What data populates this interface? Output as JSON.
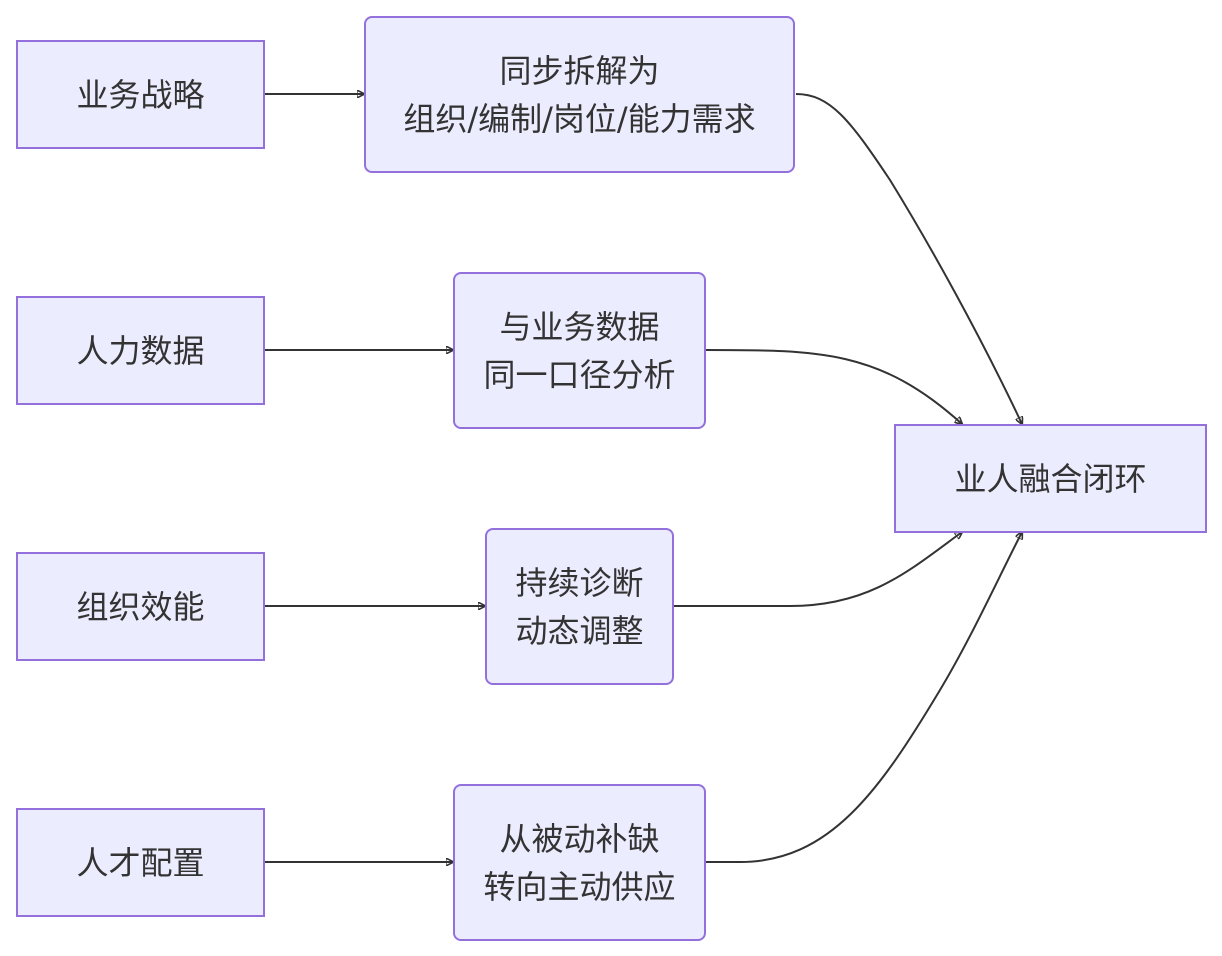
{
  "nodes": {
    "strategy": {
      "lines": [
        "业务战略"
      ]
    },
    "hr_data": {
      "lines": [
        "人力数据"
      ]
    },
    "org_efficiency": {
      "lines": [
        "组织效能"
      ]
    },
    "talent_allocation": {
      "lines": [
        "人才配置"
      ]
    },
    "decompose": {
      "lines": [
        "同步拆解为",
        "组织/编制/岗位/能力需求"
      ]
    },
    "same_basis": {
      "lines": [
        "与业务数据",
        "同一口径分析"
      ]
    },
    "diagnose": {
      "lines": [
        "持续诊断",
        "动态调整"
      ]
    },
    "supply": {
      "lines": [
        "从被动补缺",
        "转向主动供应"
      ]
    },
    "closed_loop": {
      "lines": [
        "业人融合闭环"
      ]
    }
  },
  "edges": [
    {
      "from": "strategy",
      "to": "decompose"
    },
    {
      "from": "hr_data",
      "to": "same_basis"
    },
    {
      "from": "org_efficiency",
      "to": "diagnose"
    },
    {
      "from": "talent_allocation",
      "to": "supply"
    },
    {
      "from": "decompose",
      "to": "closed_loop"
    },
    {
      "from": "same_basis",
      "to": "closed_loop"
    },
    {
      "from": "diagnose",
      "to": "closed_loop"
    },
    {
      "from": "supply",
      "to": "closed_loop"
    }
  ],
  "colors": {
    "node_fill": "#ececff",
    "node_border": "#9370db",
    "text": "#333333",
    "edge": "#333333"
  }
}
